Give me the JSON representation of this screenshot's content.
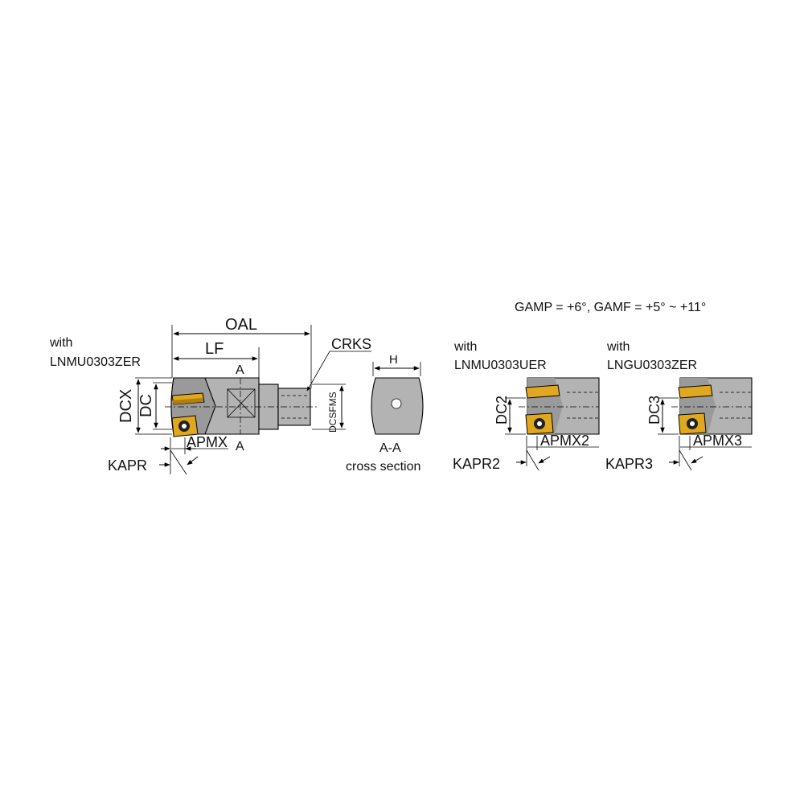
{
  "header": {
    "rake_angles": "GAMP = +6°, GAMF = +5° ~ +11°"
  },
  "main_view": {
    "with_label": "with",
    "insert_code": "LNMU0303ZER",
    "dims": {
      "oal": "OAL",
      "lf": "LF",
      "crks": "CRKS",
      "dcx": "DCX",
      "dc": "DC",
      "dcsfms": "DCSFMS",
      "apmx": "APMX",
      "kapr": "KAPR",
      "section_mark_top": "A",
      "section_mark_bottom": "A"
    }
  },
  "section_view": {
    "h_label": "H",
    "title": "A-A",
    "subtitle": "cross section"
  },
  "variant_ue": {
    "with_label": "with",
    "insert_code": "LNMU0303UER",
    "dc_label": "DC2",
    "apmx_label": "APMX2",
    "kapr_label": "KAPR2"
  },
  "variant_gu": {
    "with_label": "with",
    "insert_code": "LNGU0303ZER",
    "dc_label": "DC3",
    "apmx_label": "APMX3",
    "kapr_label": "KAPR3"
  },
  "colors": {
    "tool_body": "#b3b3b3",
    "tool_body_dark": "#8a8a8a",
    "insert_gold": "#e0a81e",
    "insert_gold_dark": "#b07f10",
    "line": "#000000"
  }
}
